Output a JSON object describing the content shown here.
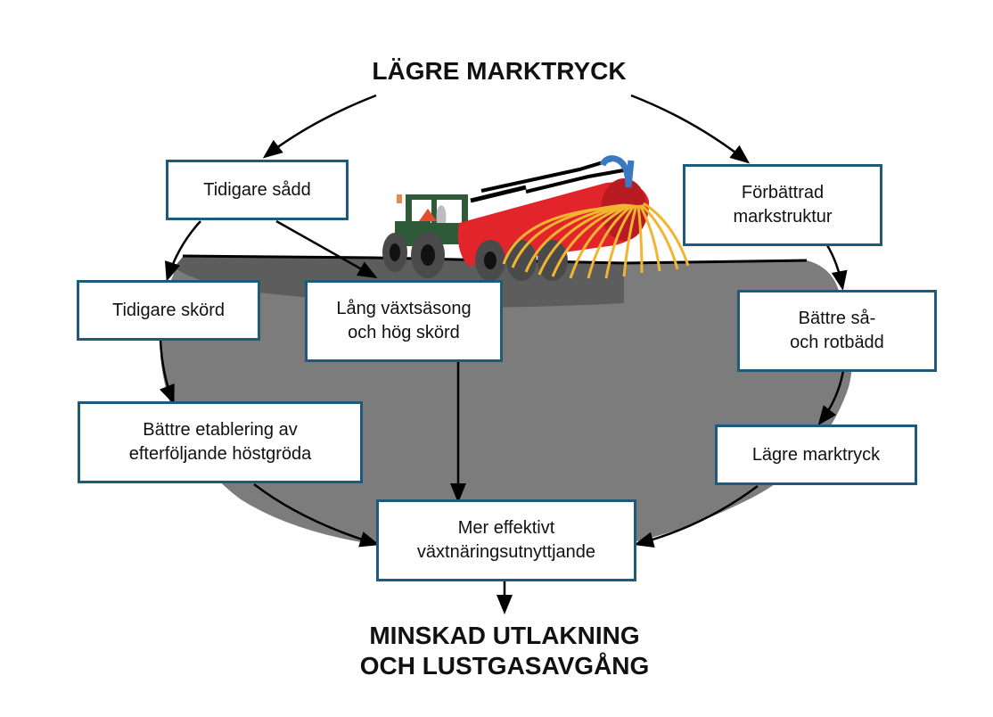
{
  "diagram": {
    "top_heading": "LÄGRE MARKTRYCK",
    "bottom_heading": "MINSKAD UTLAKNING\nOCH LUSTGASAVGÅNG",
    "illustration": "tractor-with-slurry-tanker-icon",
    "colors": {
      "box_border": "#1d5a7c",
      "ground": "#7d7c7d",
      "ground_dark": "#5e5d5e",
      "tanker": "#e2252b",
      "tractor": "#2f5a3a",
      "hoses": "#f2b531",
      "arrow": "#000000"
    },
    "nodes": [
      {
        "id": "tidigare-sadd",
        "label": "Tidigare sådd"
      },
      {
        "id": "forbattrad-markstruktur",
        "label": "Förbättrad\nmarkstruktur"
      },
      {
        "id": "tidigare-skord",
        "label": "Tidigare skörd"
      },
      {
        "id": "lang-vaxtsasong",
        "label": "Lång växtsäsong\noch hög skörd"
      },
      {
        "id": "battre-sa-rotbadd",
        "label": "Bättre så-\noch rotbädd"
      },
      {
        "id": "battre-etablering",
        "label": "Bättre etablering av\nefterföljande höstgröda"
      },
      {
        "id": "lagre-marktryck",
        "label": "Lägre marktryck"
      },
      {
        "id": "mer-effektivt",
        "label": "Mer effektivt\nväxtnäringsutnyttjande"
      }
    ],
    "edges": [
      {
        "from": "top_heading",
        "to": "tidigare-sadd"
      },
      {
        "from": "top_heading",
        "to": "forbattrad-markstruktur"
      },
      {
        "from": "tidigare-sadd",
        "to": "tidigare-skord"
      },
      {
        "from": "tidigare-sadd",
        "to": "lang-vaxtsasong"
      },
      {
        "from": "tidigare-skord",
        "to": "battre-etablering"
      },
      {
        "from": "battre-etablering",
        "to": "mer-effektivt"
      },
      {
        "from": "lang-vaxtsasong",
        "to": "mer-effektivt"
      },
      {
        "from": "forbattrad-markstruktur",
        "to": "battre-sa-rotbadd"
      },
      {
        "from": "battre-sa-rotbadd",
        "to": "lagre-marktryck"
      },
      {
        "from": "lagre-marktryck",
        "to": "mer-effektivt"
      },
      {
        "from": "mer-effektivt",
        "to": "bottom_heading"
      }
    ]
  }
}
